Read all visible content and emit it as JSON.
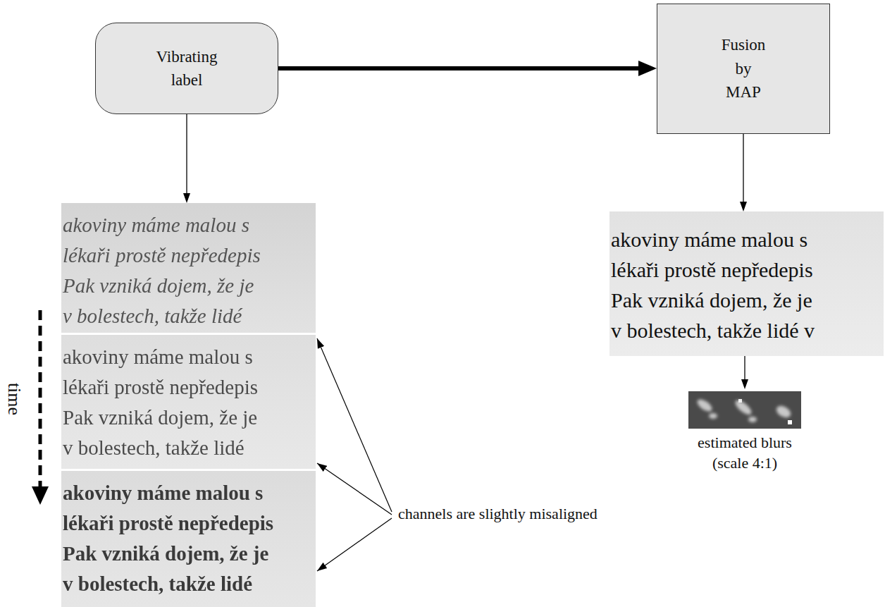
{
  "diagram": {
    "nodes": [
      {
        "text": [
          "Vibrating label"
        ]
      },
      {
        "text": [
          "Fusion by MAP"
        ]
      },
      {
        "text": [
          "akoviny máme malou s",
          "lékaři prostě nepředepis",
          "Pak vzniká dojem, že je",
          "v bolestech, takže lidé"
        ]
      },
      {
        "text": [
          "akoviny máme malou s",
          "lékaři prostě nepředepis",
          "Pak vzniká dojem, že je",
          "v bolestech, takže lidé"
        ]
      },
      {
        "text": [
          "akoviny máme malou s",
          "lékaři prostě nepředepis",
          "Pak vzniká dojem, že je",
          "v bolestech, takže lidé"
        ]
      },
      {
        "text": [
          "akoviny máme malou s",
          "lékaři prostě nepředepis",
          "Pak vzniká dojem, že je",
          "v bolestech, takže lidé v"
        ]
      },
      {
        "text": [
          "estimated blurs (scale 4:1)"
        ]
      }
    ],
    "edges": [
      {
        "from": 0,
        "to": 1,
        "arrow": "to"
      },
      {
        "from": 0,
        "to": 2,
        "arrow": "to"
      },
      {
        "from": 1,
        "to": 5,
        "arrow": "to"
      },
      {
        "from": 5,
        "to": 6,
        "arrow": "to"
      }
    ],
    "labels": [
      "channels are slightly misaligned",
      "time"
    ]
  }
}
